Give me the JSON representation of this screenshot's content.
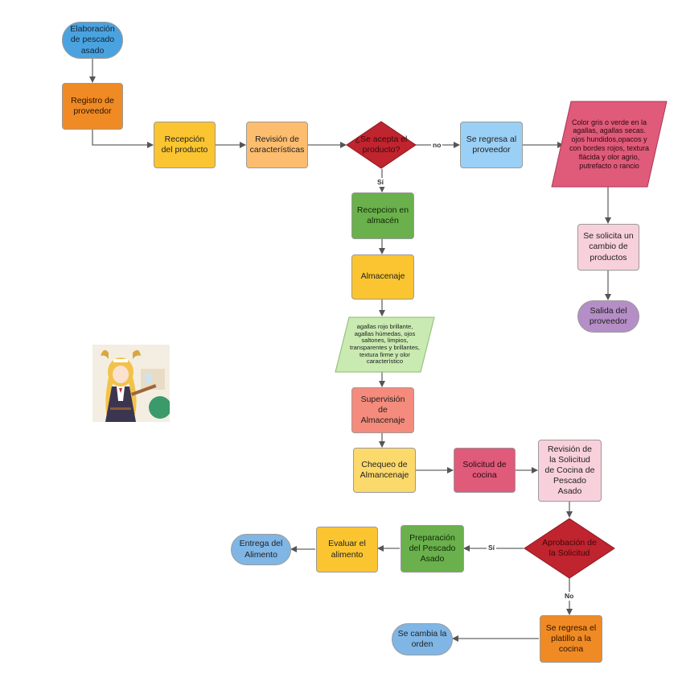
{
  "colors": {
    "blue": "#5aa9e6",
    "orange": "#f08a24",
    "yellow": "#fbc531",
    "peach": "#fdbd6e",
    "red": "#c0242f",
    "lightblue": "#9ad0f5",
    "pink": "#e05a7a",
    "lightpink": "#f8d0dc",
    "purple": "#b58ec7",
    "green": "#6ab04c",
    "lightgreen": "#c9eab0",
    "salmon": "#f58b7c",
    "steelblue": "#7fb6e6"
  },
  "nodes": {
    "start": "Elaboración\nde pescado\nasado",
    "registro": "Registro de\nproveedor",
    "recepcion": "Recepción\ndel producto",
    "revision": "Revisión de\ncaracterísticas",
    "acepta": "¿Se acepta el\nproducto?",
    "regresa_proveedor": "Se regresa al\nproveedor",
    "defectos": "Color gris o verde en la\nagallas, agallas secas.\nojos hundidos,opacos y\ncon bordes rojos, textura\nflácida y olor agrio,\nputrefacto o rancio",
    "solicita_cambio": "Se solicita un\ncambio de\nproductos",
    "salida_proveedor": "Salida del\nproveedor",
    "recepcion_almacen": "Recepcion en\nalmacén",
    "almacenaje": "Almacenaje",
    "caracteristicas_ok": "agallas rojo brillante,\nagallas húmedas, ojos\nsaltones, limpios,\ntransparentes y brillantes,\ntextura firme y olor\ncaracterístico",
    "supervision": "Supervisión\nde\nAlmacenaje",
    "chequeo": "Chequeo de\nAlmancenaje",
    "solicitud_cocina": "Solicitud de\ncocina",
    "revision_solicitud": "Revisión de\nla Solicitud\nde Cocina de\nPescado\nAsado",
    "aprobacion": "Aprobación de\nla Solicitud",
    "preparacion": "Preparación\ndel Pescado\nAsado",
    "evaluar": "Evaluar el\nalimento",
    "entrega": "Entrega del\nAlimento",
    "regresa_platillo": "Se regresa el\nplatillo a la\ncocina",
    "cambia_orden": "Se cambia la\norden"
  },
  "edge_labels": {
    "no1": "no",
    "si1": "Sí",
    "si2": "Sí",
    "no2": "No"
  },
  "icons": {
    "mascot": "anime-maid-character-image"
  }
}
